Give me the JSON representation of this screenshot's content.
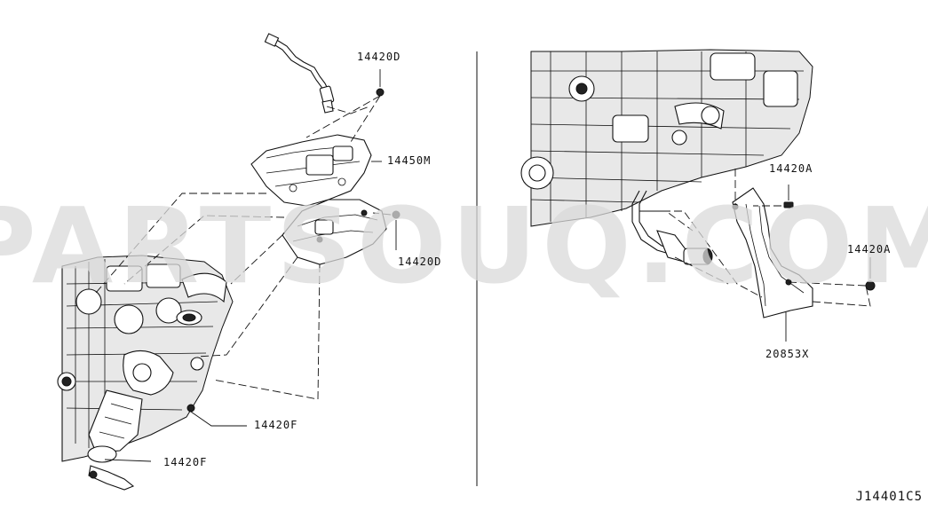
{
  "watermark": {
    "text": "PARTSOUQ.COM",
    "color": "#d9d9d9"
  },
  "callouts": {
    "left_sensor_nut": "14420D",
    "heat_insulator": "14450M",
    "left_bolt": "14420D",
    "stud_upper": "14420F",
    "stud_lower": "14420F",
    "right_bolt_upper": "14420A",
    "right_bolt_lower": "14420A",
    "lower_insulator": "20853X"
  },
  "diagram_id": "J14401C5",
  "divider": true
}
